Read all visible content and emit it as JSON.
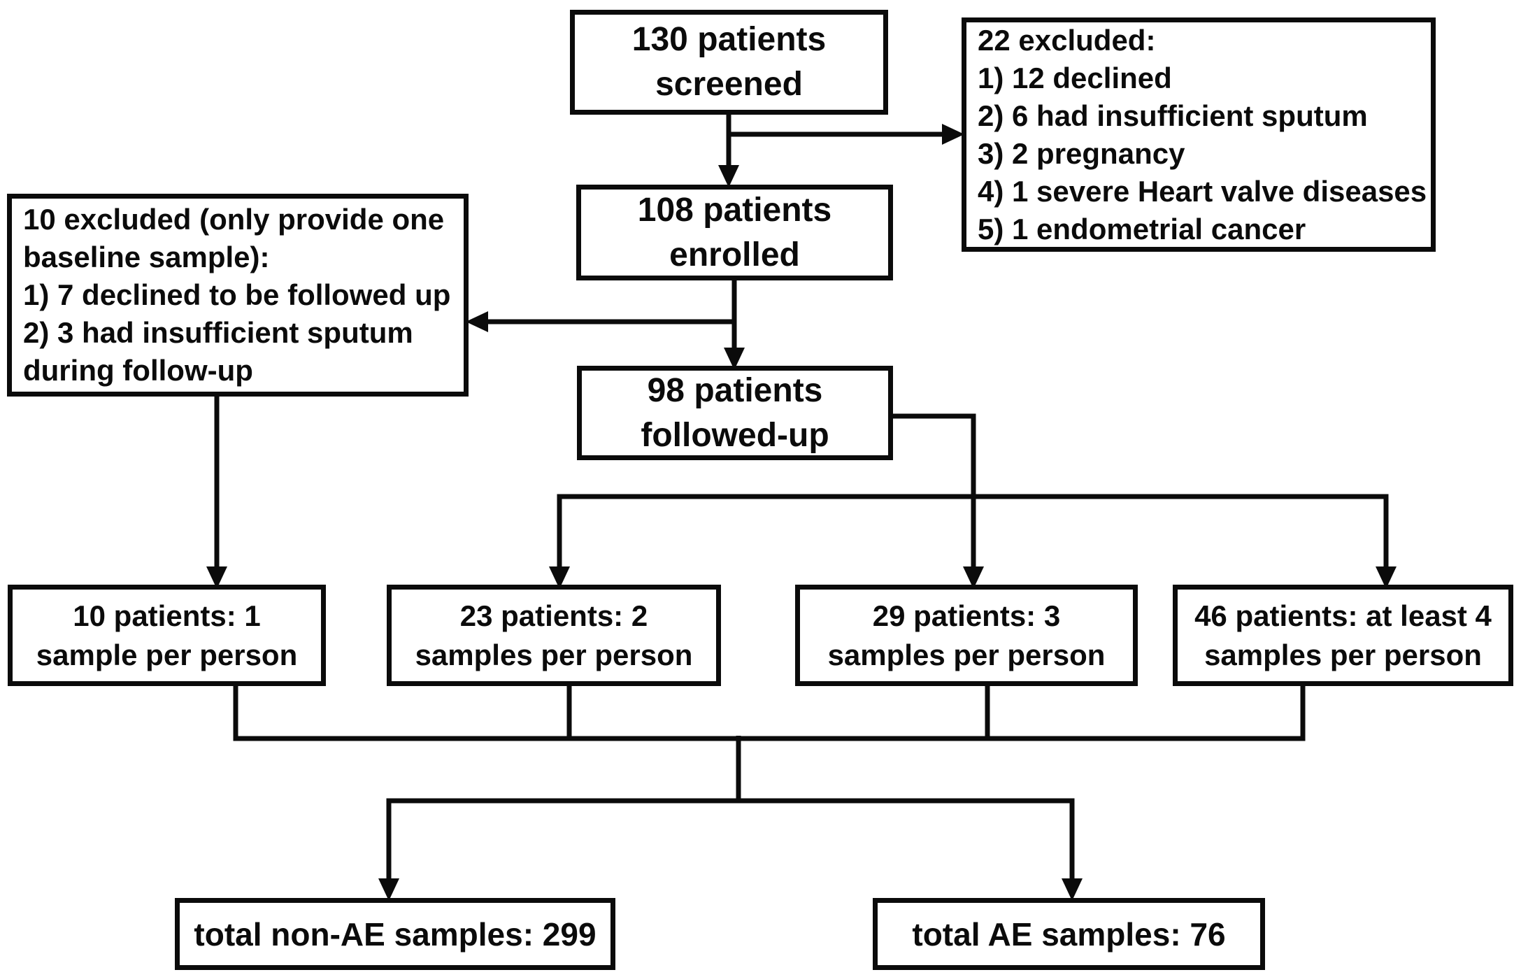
{
  "diagram": {
    "title": "patient enrollment and sputum sample flowchart",
    "colors": {
      "line": "#0b0b0b",
      "background": "#ffffff"
    },
    "nodes": {
      "screened": {
        "text": "130 patients\nscreened"
      },
      "excluded_screening": {
        "text": "22 excluded:\n1) 12 declined\n2) 6 had insufficient sputum\n3) 2 pregnancy\n4) 1 severe Heart valve diseases\n5) 1 endometrial cancer"
      },
      "enrolled": {
        "text": "108 patients\nenrolled"
      },
      "excluded_followup": {
        "text": "10 excluded (only provide one\nbaseline sample):\n1) 7 declined to be followed up\n2) 3 had insufficient sputum\nduring follow-up"
      },
      "followed_up": {
        "text": "98 patients\nfollowed-up"
      },
      "group_1": {
        "text": "10 patients: 1\nsample per person"
      },
      "group_2": {
        "text": "23 patients: 2\nsamples per person"
      },
      "group_3": {
        "text": "29 patients: 3\nsamples per person"
      },
      "group_4": {
        "text": "46 patients: at least 4\nsamples per person"
      },
      "total_non_ae": {
        "text": "total non-AE samples: 299"
      },
      "total_ae": {
        "text": "total AE samples: 76"
      }
    },
    "edges": [
      {
        "from": "screened",
        "to": "excluded_screening"
      },
      {
        "from": "screened",
        "to": "enrolled"
      },
      {
        "from": "enrolled",
        "to": "excluded_followup"
      },
      {
        "from": "enrolled",
        "to": "followed_up"
      },
      {
        "from": "excluded_followup",
        "to": "group_1"
      },
      {
        "from": "followed_up",
        "to": "group_2"
      },
      {
        "from": "followed_up",
        "to": "group_3"
      },
      {
        "from": "followed_up",
        "to": "group_4"
      },
      {
        "from": "group_1+group_2+group_3+group_4",
        "to": "total_non_ae"
      },
      {
        "from": "group_1+group_2+group_3+group_4",
        "to": "total_ae"
      }
    ]
  }
}
